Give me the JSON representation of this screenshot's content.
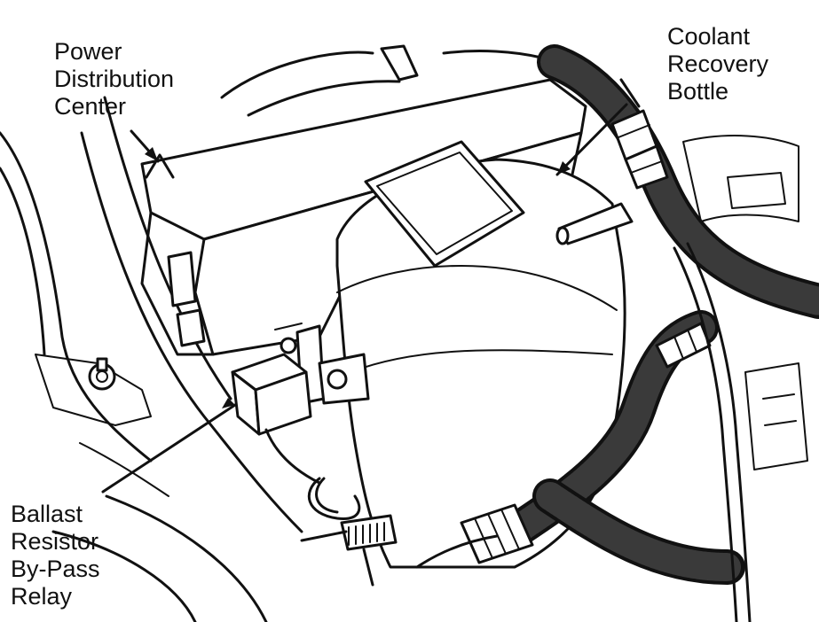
{
  "labels": {
    "power_distribution_center": [
      "Power",
      "Distribution",
      "Center"
    ],
    "coolant_recovery_bottle": [
      "Coolant",
      "Recovery",
      "Bottle"
    ],
    "ballast_resistor_bypass_relay": [
      "Ballast",
      "Resistor",
      "By-Pass",
      "Relay"
    ]
  }
}
